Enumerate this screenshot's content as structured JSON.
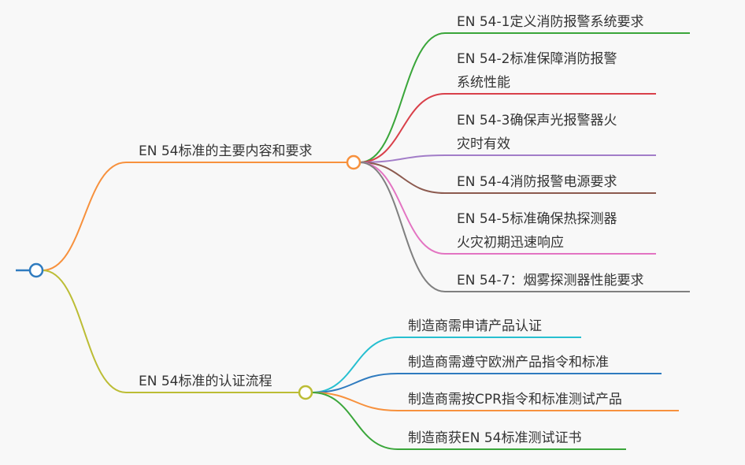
{
  "root": {
    "color": "#2f7bbf"
  },
  "branches": [
    {
      "label": "EN 54标准的主要内容和要求",
      "color": "#f7913d",
      "children": [
        {
          "lines": [
            "EN 54-1定义消防报警系统要求"
          ],
          "color": "#3aa63a"
        },
        {
          "lines": [
            "EN 54-2标准保障消防报警",
            "系统性能"
          ],
          "color": "#d9404a"
        },
        {
          "lines": [
            "EN 54-3确保声光报警器火",
            "灾时有效"
          ],
          "color": "#a27dc8"
        },
        {
          "lines": [
            "EN 54-4消防报警电源要求"
          ],
          "color": "#8c5a4f"
        },
        {
          "lines": [
            "EN 54-5标准确保热探测器",
            "火灾初期迅速响应"
          ],
          "color": "#e374c2"
        },
        {
          "lines": [
            "EN 54-7：烟雾探测器性能要求"
          ],
          "color": "#808080"
        }
      ]
    },
    {
      "label": "EN 54标准的认证流程",
      "color": "#bcbd35",
      "children": [
        {
          "lines": [
            "制造商需申请产品认证"
          ],
          "color": "#27bfd0"
        },
        {
          "lines": [
            "制造商需遵守欧洲产品指令和标准"
          ],
          "color": "#2f7bbf"
        },
        {
          "lines": [
            "制造商需按CPR指令和标准测试产品"
          ],
          "color": "#f7913d"
        },
        {
          "lines": [
            "制造商获EN 54标准测试证书"
          ],
          "color": "#3aa63a"
        }
      ]
    }
  ]
}
